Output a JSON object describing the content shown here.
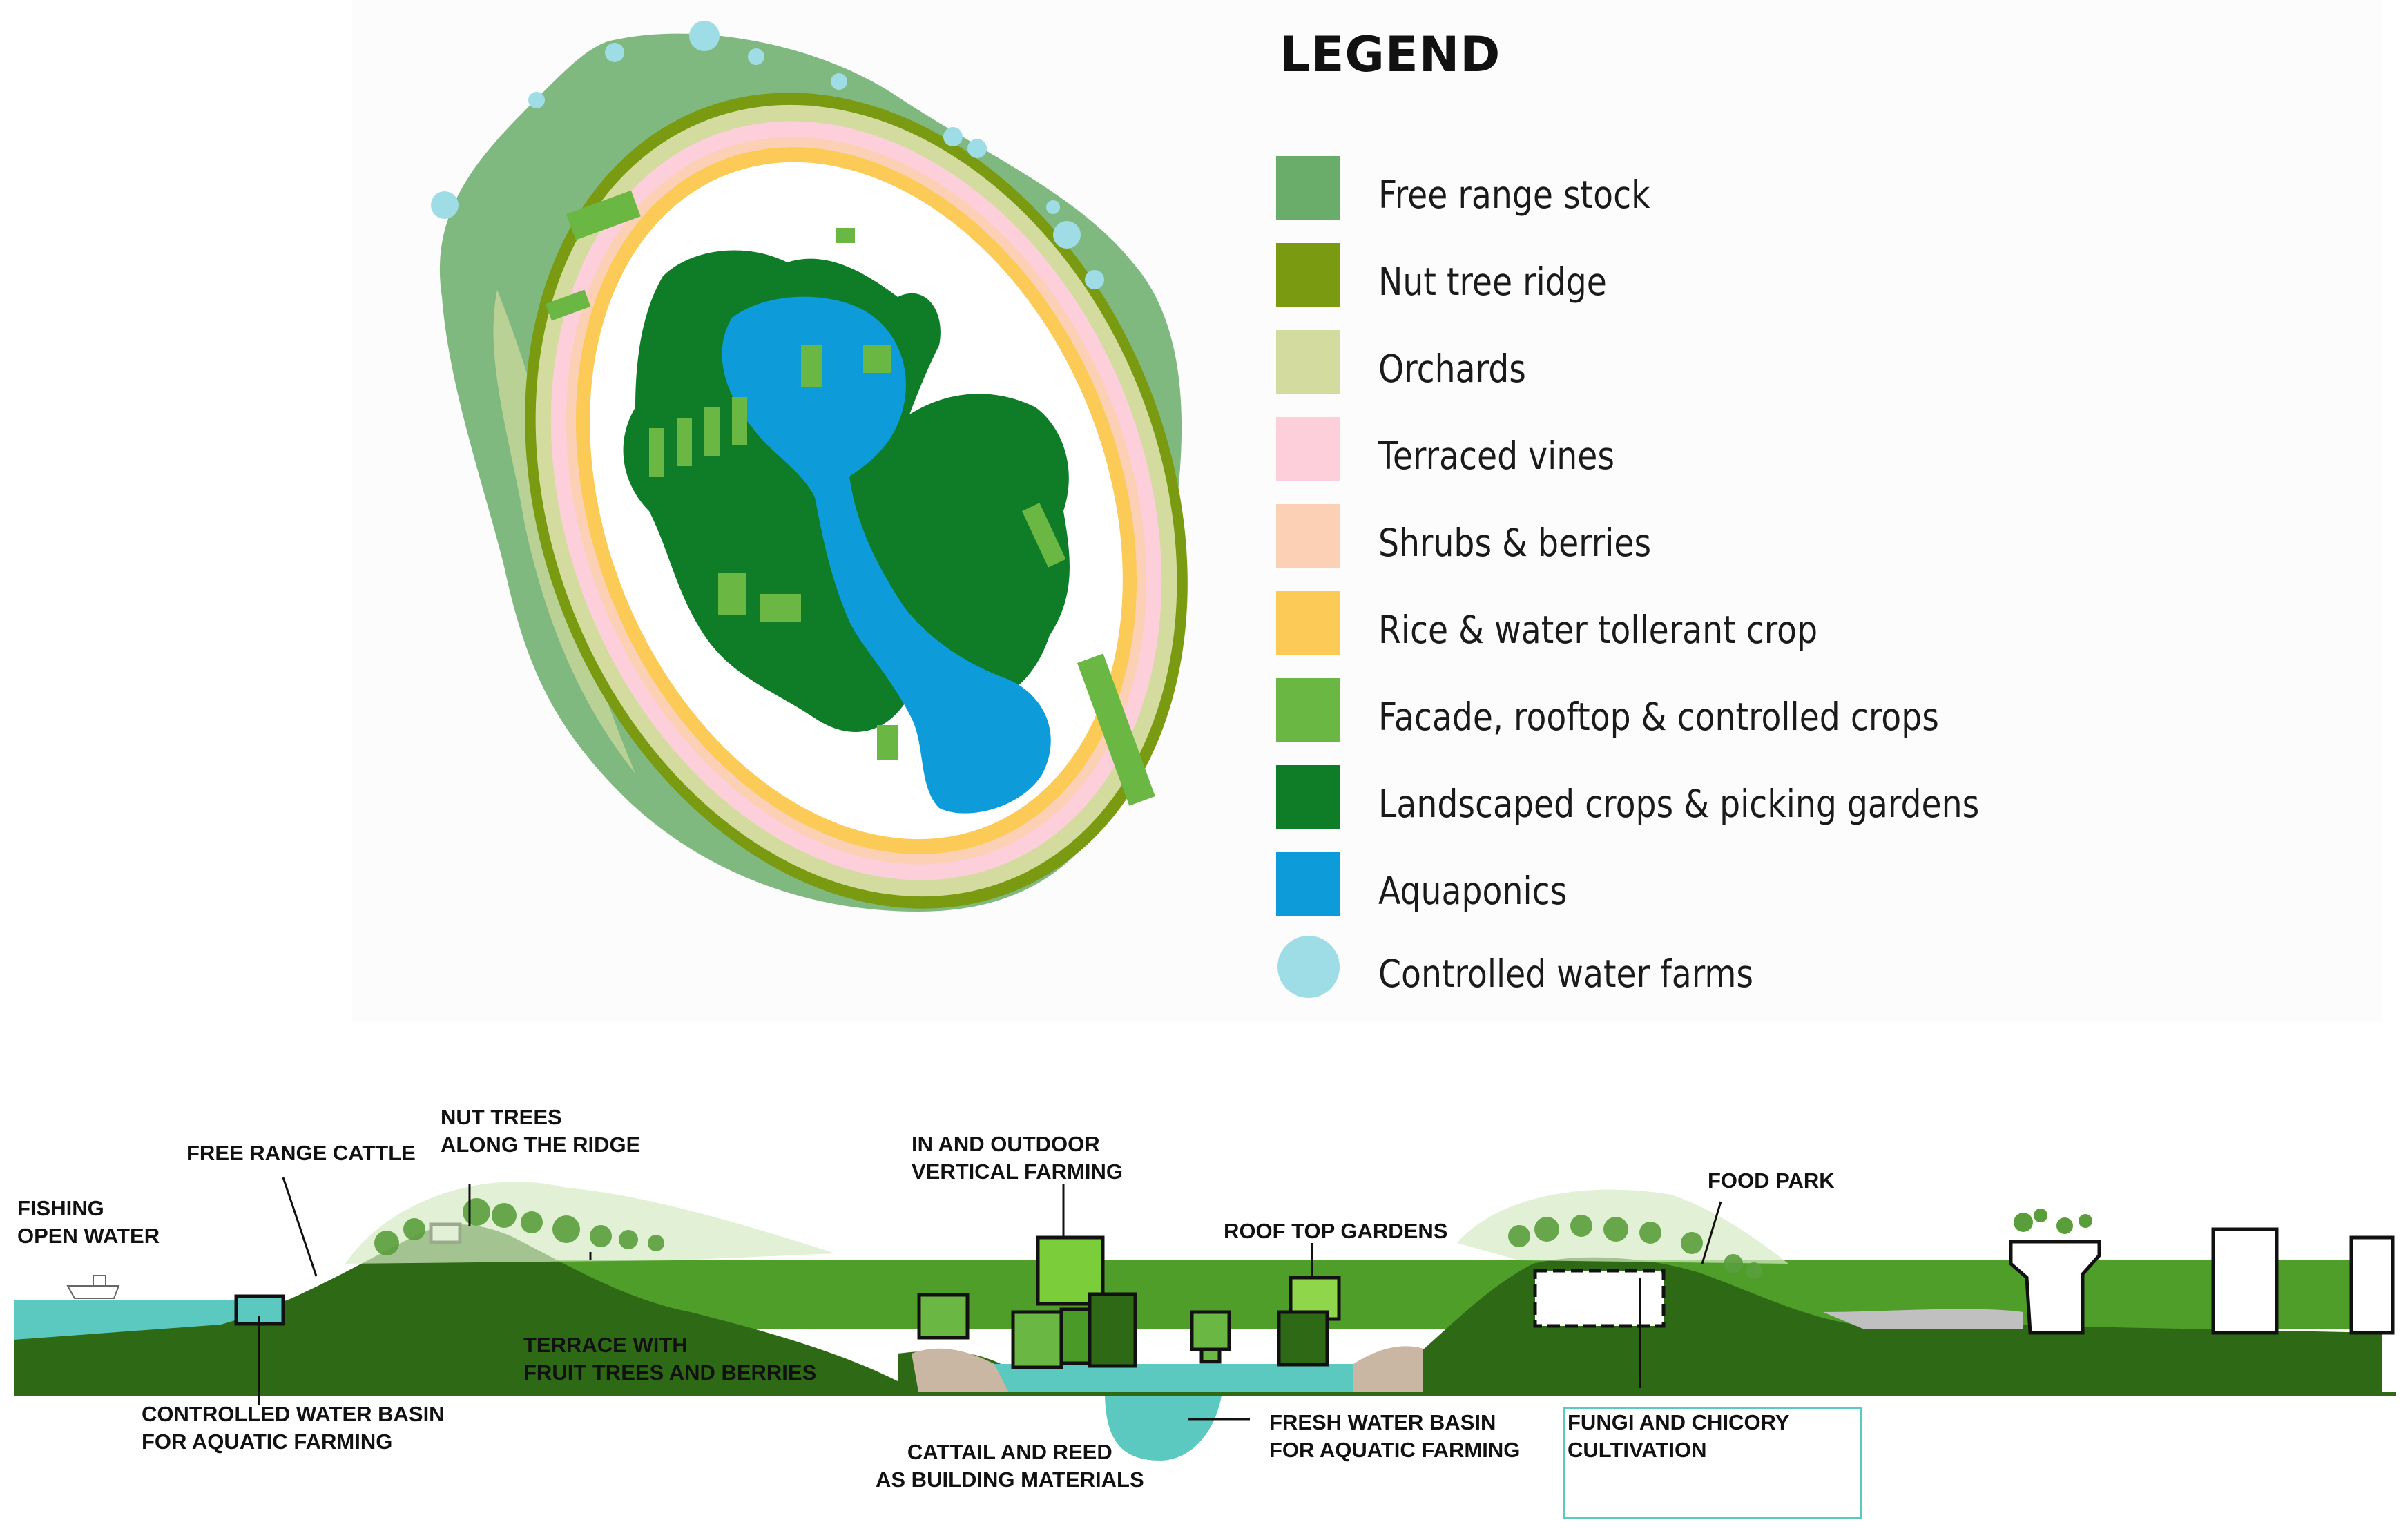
{
  "legend": {
    "title": "LEGEND",
    "items": [
      {
        "label": "Free range stock",
        "color": "#6aad6a",
        "shape": "square"
      },
      {
        "label": "Nut tree ridge",
        "color": "#7a9a12",
        "shape": "square"
      },
      {
        "label": "Orchards",
        "color": "#d3dc9e",
        "shape": "square"
      },
      {
        "label": "Terraced vines",
        "color": "#fccfdb",
        "shape": "square"
      },
      {
        "label": "Shrubs & berries",
        "color": "#fbd0b4",
        "shape": "square"
      },
      {
        "label": "Rice & water tollerant crop",
        "color": "#fcca57",
        "shape": "square"
      },
      {
        "label": "Facade, rooftop & controlled crops",
        "color": "#6ab843",
        "shape": "square"
      },
      {
        "label": "Landscaped crops & picking gardens",
        "color": "#0f7d28",
        "shape": "square"
      },
      {
        "label": "Aquaponics",
        "color": "#0d9cd9",
        "shape": "square"
      },
      {
        "label": "Controlled water farms",
        "color": "#9fdde6",
        "shape": "circle"
      }
    ]
  },
  "section": {
    "annotations": {
      "fishing": "FISHING\nOPEN WATER",
      "free_range_cattle": "FREE RANGE CATTLE",
      "nut_trees": "NUT TREES\nALONG THE RIDGE",
      "terrace": "TERRACE WITH\nFRUIT TREES AND BERRIES",
      "water_basin": "CONTROLLED WATER BASIN\nFOR AQUATIC FARMING",
      "vertical_farming": "IN AND OUTDOOR\nVERTICAL FARMING",
      "roof_top": "ROOF TOP GARDENS",
      "cattail": "CATTAIL AND REED\nAS BUILDING MATERIALS",
      "fresh_water": "FRESH WATER BASIN\nFOR AQUATIC FARMING",
      "food_park": "FOOD PARK",
      "fungi": "FUNGI AND CHICORY\nCULTIVATION"
    }
  }
}
